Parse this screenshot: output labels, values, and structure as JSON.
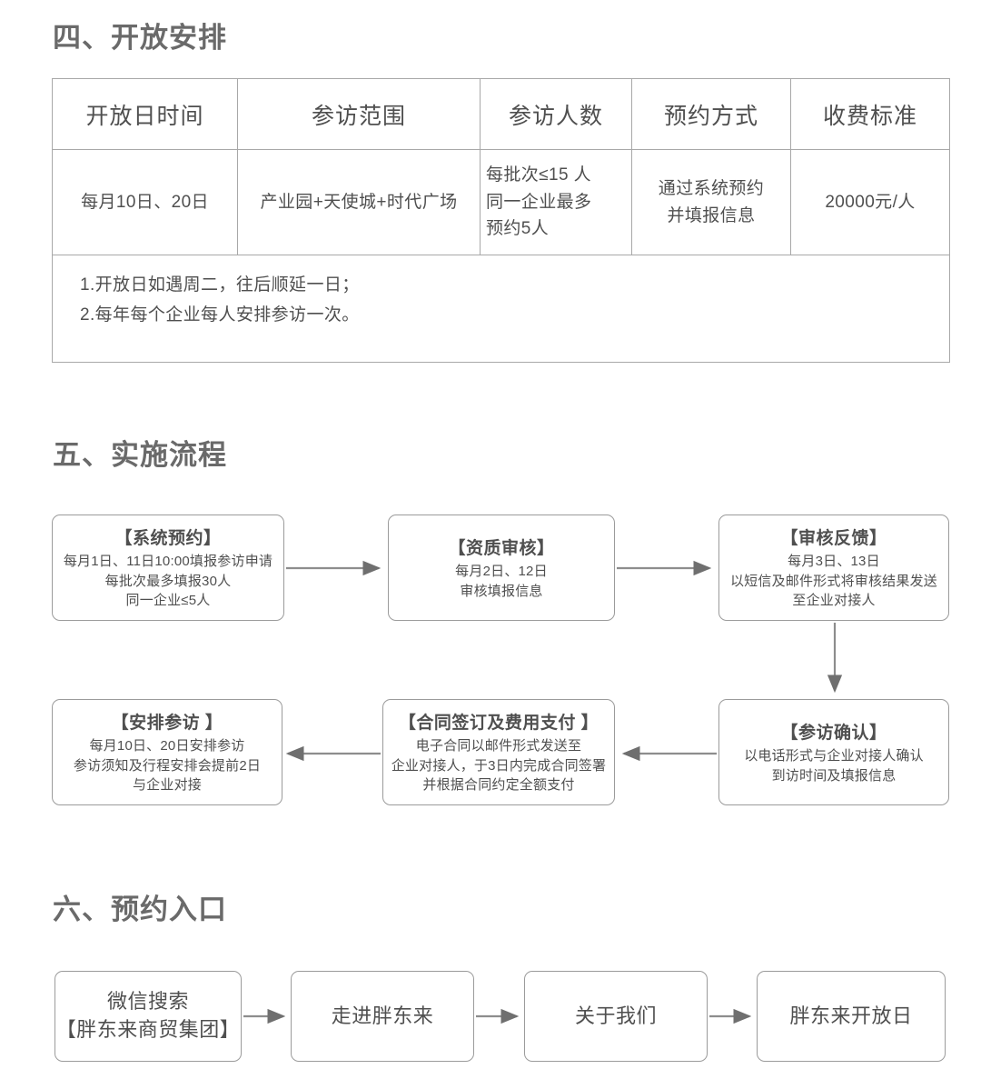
{
  "sections": {
    "four": {
      "heading": "四、开放安排"
    },
    "five": {
      "heading": "五、实施流程"
    },
    "six": {
      "heading": "六、预约入口"
    }
  },
  "schedule_table": {
    "headers": [
      "开放日时间",
      "参访范围",
      "参访人数",
      "预约方式",
      "收费标准"
    ],
    "row": {
      "open_day_time": "每月10日、20日",
      "visit_scope": "产业园+天使城+时代广场",
      "visit_count": [
        "每批次≤15 人",
        "同一企业最多",
        "预约5人"
      ],
      "booking_method": [
        "通过系统预约",
        "并填报信息"
      ],
      "fee_standard": "20000元/人"
    },
    "notes": [
      "1.开放日如遇周二，往后顺延一日；",
      "2.每年每个企业每人安排参访一次。"
    ]
  },
  "process_flow": {
    "steps": [
      {
        "title": "【系统预约】",
        "lines": [
          "每月1日、11日10:00填报参访申请",
          "每批次最多填报30人",
          "同一企业≤5人"
        ]
      },
      {
        "title": "【资质审核】",
        "lines": [
          "每月2日、12日",
          "审核填报信息"
        ]
      },
      {
        "title": "【审核反馈】",
        "lines": [
          "每月3日、13日",
          "以短信及邮件形式将审核结果发送",
          "至企业对接人"
        ]
      },
      {
        "title": "【参访确认】",
        "lines": [
          "以电话形式与企业对接人确认",
          "到访时间及填报信息"
        ]
      },
      {
        "title": "【合同签订及费用支付 】",
        "lines": [
          "电子合同以邮件形式发送至",
          "企业对接人，于3日内完成合同签署",
          "并根据合同约定全额支付"
        ]
      },
      {
        "title": "【安排参访 】",
        "lines": [
          "每月10日、20日安排参访",
          "参访须知及行程安排会提前2日",
          "与企业对接"
        ]
      }
    ]
  },
  "booking_entry": {
    "steps": [
      {
        "lines": [
          "微信搜索",
          "【胖东来商贸集团】"
        ]
      },
      {
        "lines": [
          "走进胖东来"
        ]
      },
      {
        "lines": [
          "关于我们"
        ]
      },
      {
        "lines": [
          "胖东来开放日"
        ]
      }
    ]
  },
  "colors": {
    "text": "#4f4f4f",
    "heading": "#6a6a6a",
    "border": "#9b9b9b",
    "table_border": "#a8a8a8",
    "arrow": "#8d8d8d",
    "background": "#ffffff"
  }
}
